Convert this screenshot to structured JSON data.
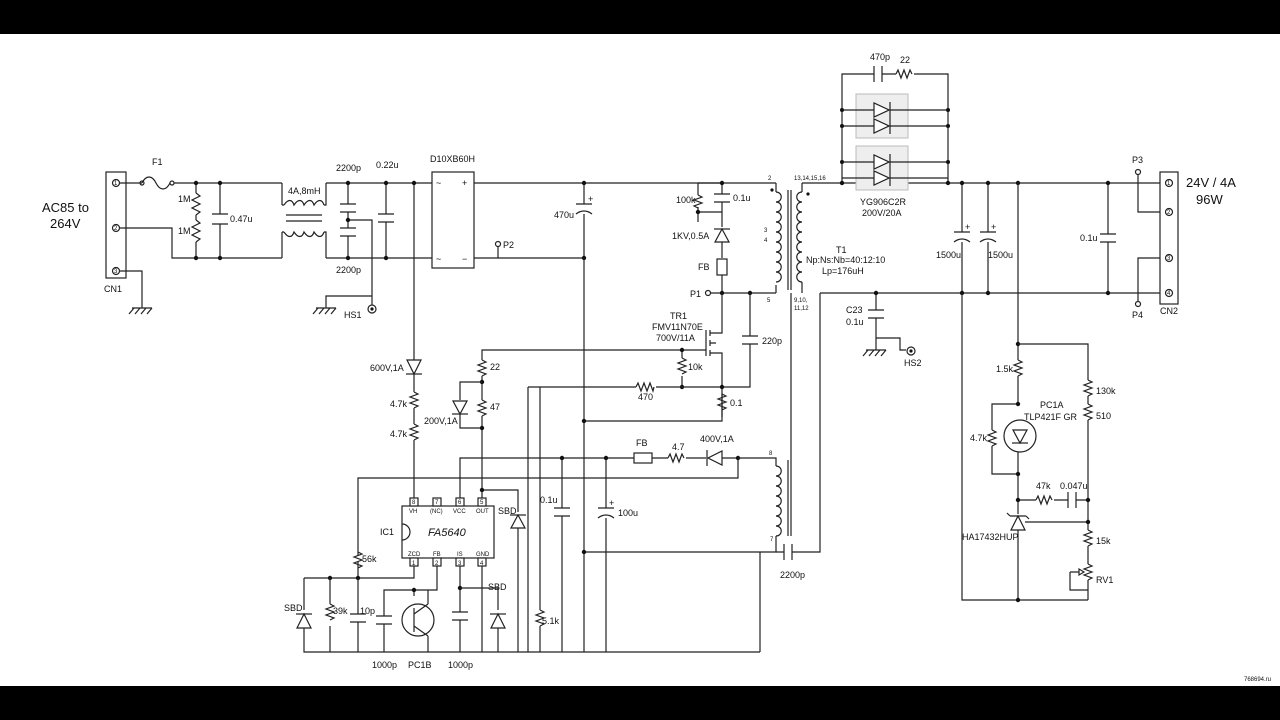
{
  "input": {
    "voltage": "AC85 to",
    "voltage2": "264V",
    "connector": "CN1",
    "pins": [
      "1",
      "2",
      "3"
    ]
  },
  "output": {
    "rating": "24V / 4A",
    "power": "96W",
    "connector": "CN2",
    "pins": [
      "1",
      "2",
      "3",
      "4"
    ]
  },
  "fuse": "F1",
  "resistors": {
    "r1m_a": "1M",
    "r1m_b": "1M",
    "r100k": "100k",
    "r10k": "10k",
    "r470": "470",
    "r0_1": "0.1",
    "r22a": "22",
    "r47": "47",
    "r4_7k_a": "4.7k",
    "r4_7k_b": "4.7k",
    "r56k": "56k",
    "r39k": "39k",
    "r5_1k": "5.1k",
    "r4_7": "4.7",
    "r22b": "22",
    "r1_5k": "1.5k",
    "r130k": "130k",
    "r510": "510",
    "r4_7k_c": "4.7k",
    "r47k": "47k",
    "r15k": "15k",
    "rv1": "RV1"
  },
  "capacitors": {
    "c047": "0.47u",
    "c2200a": "2200p",
    "c2200b": "2200p",
    "c022": "0.22u",
    "c470u": "470u",
    "c01a": "0.1u",
    "c220p": "220p",
    "c01b": "0.1u",
    "c100u": "100u",
    "c10p": "10p",
    "c1000a": "1000p",
    "c1000b": "1000p",
    "c2200c": "2200p",
    "c470p": "470p",
    "c1500a": "1500u",
    "c1500b": "1500u",
    "c01out": "0.1u",
    "c23": "C23",
    "c23v": "0.1u",
    "c0047": "0.047u"
  },
  "parts": {
    "choke": "4A,8mH",
    "bridge": "D10XB60H",
    "p2": "P2",
    "p1": "P1",
    "p3": "P3",
    "p4": "P4",
    "hs1": "HS1",
    "hs2": "HS2",
    "d1kv": "1KV,0.5A",
    "fb1": "FB",
    "fb2": "FB",
    "tr1": "TR1",
    "tr1p": "FMV11N70E",
    "tr1r": "700V/11A",
    "t1": "T1",
    "t1ratio": "Np:Ns:Nb=40:12:10",
    "t1lp": "Lp=176uH",
    "d600": "600V,1A",
    "d200": "200V,1A",
    "d400": "400V,1A",
    "sbd1": "SBD",
    "sbd2": "SBD",
    "sbd3": "SBD",
    "ic1": "IC1",
    "icname": "FA5640",
    "pc1b": "PC1B",
    "pc1a": "PC1A",
    "pc1ap": "TLP421F GR",
    "ha": "HA17432HUP",
    "yg": "YG906C2R",
    "ygr": "200V/20A"
  },
  "ic_pins_top": [
    {
      "n": "8",
      "l": "VH"
    },
    {
      "n": "7",
      "l": "(NC)"
    },
    {
      "n": "6",
      "l": "VCC"
    },
    {
      "n": "5",
      "l": "OUT"
    }
  ],
  "ic_pins_bottom": [
    {
      "n": "1",
      "l": "ZCD"
    },
    {
      "n": "2",
      "l": "FB"
    },
    {
      "n": "3",
      "l": "IS"
    },
    {
      "n": "4",
      "l": "GND"
    }
  ],
  "xfmr_pins": {
    "p2": "2",
    "p3": "3",
    "p4": "4",
    "p5": "5",
    "s_top": "13,14,15,16",
    "s_bot": "9,10,",
    "s_bot2": "11,12",
    "p8": "8",
    "p7": "7"
  },
  "watermark": "768694.ru"
}
